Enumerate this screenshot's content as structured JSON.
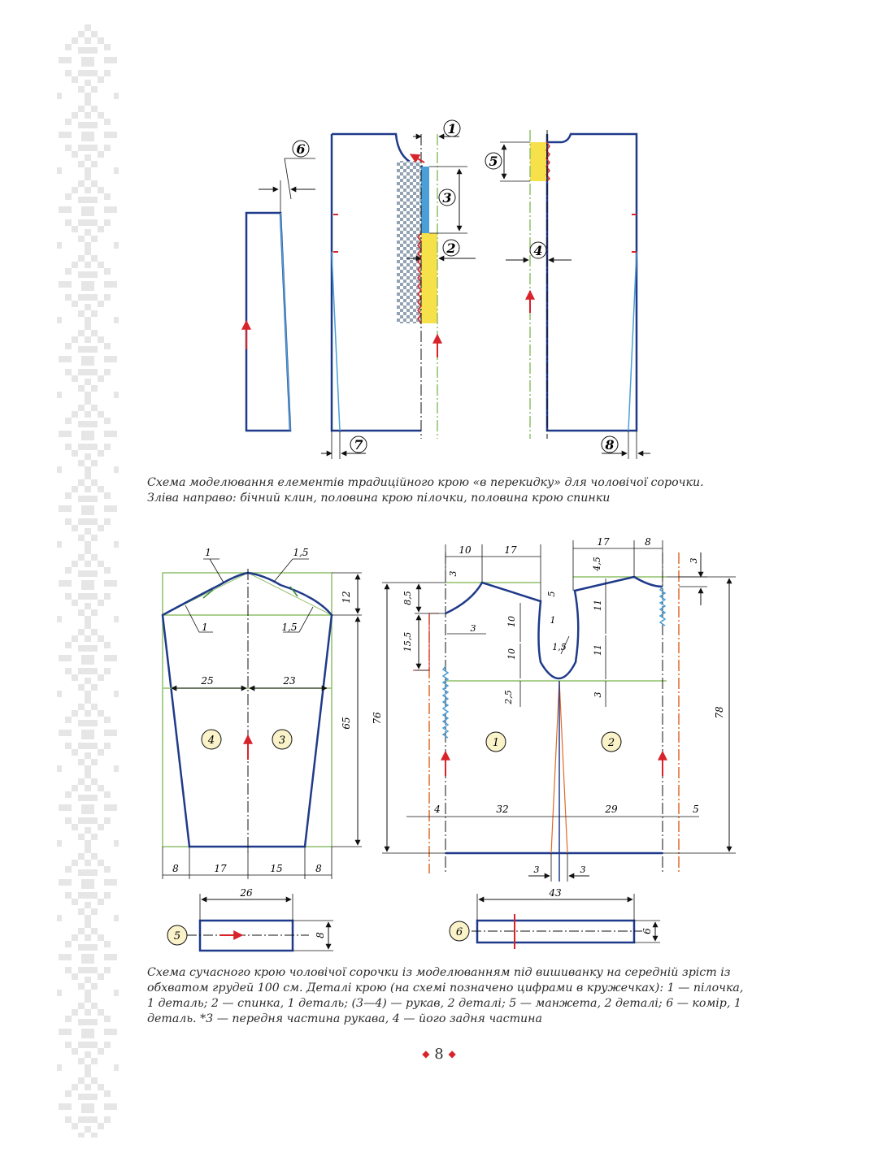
{
  "figure1": {
    "markers": [
      "1",
      "2",
      "3",
      "4",
      "5",
      "6",
      "7",
      "8"
    ],
    "caption": "Схема моделювання елементів традиційного крою «в перекидку» для чоловічої сорочки. Зліва направо: бічний клин, половина крою пілочки, половина крою спинки"
  },
  "figure2": {
    "sleeve": {
      "top_labels": [
        "1",
        "1,5"
      ],
      "bottom_labels": [
        "1",
        "1,5"
      ],
      "dim_cap_height": "12",
      "dim_length": "65",
      "width_left": "25",
      "width_right": "23",
      "bottom_dims": [
        "8",
        "17",
        "15",
        "8"
      ],
      "part_left": "4",
      "part_right": "3"
    },
    "body": {
      "top_left": [
        "10",
        "17"
      ],
      "top_right": [
        "17",
        "8"
      ],
      "dim_neck_depth": "3",
      "dim_back_neck": "4,5",
      "dim_right_3": "3",
      "dim_8_5": "8,5",
      "dim_15_5": "15,5",
      "dim_3_slit": "3",
      "dim_5": "5",
      "dim_10a": "10",
      "dim_10b": "10",
      "label_1": "1",
      "label_1_5": "1,5",
      "dim_11a": "11",
      "dim_11b": "11",
      "dim_2_5": "2,5",
      "dim_3_lower": "3",
      "dim_76": "76",
      "dim_78": "78",
      "width_dims": [
        "4",
        "32",
        "29",
        "5"
      ],
      "bottom_dims": [
        "3",
        "3"
      ],
      "part_front": "1",
      "part_back": "2"
    },
    "cuff": {
      "width": "26",
      "height": "8",
      "part": "5"
    },
    "collar": {
      "width": "43",
      "height": "6",
      "part": "6"
    },
    "caption": "Схема сучасного крою чоловічої сорочки із моделюванням під вишиванку на середній зріст із обхватом грудей 100 см. Деталі крою (на схемі позначено цифрами в кружечках): 1 — пілочка, 1 деталь; 2 — спинка, 1 деталь; (3—4) — рукав, 2 деталі; 5 — манжета, 2 деталі; 6 — комір, 1 деталь. *3 — передня частина рукава, 4 — його задня частина"
  },
  "page_number": "8",
  "colors": {
    "pattern_line": "#1f3a8a",
    "guide_green": "#8fbf6a",
    "marker_red": "#d8232a",
    "yoke_yellow": "#f7e14a",
    "insert_blue": "#4a9fd8",
    "ornament": "#e6e6e6"
  }
}
